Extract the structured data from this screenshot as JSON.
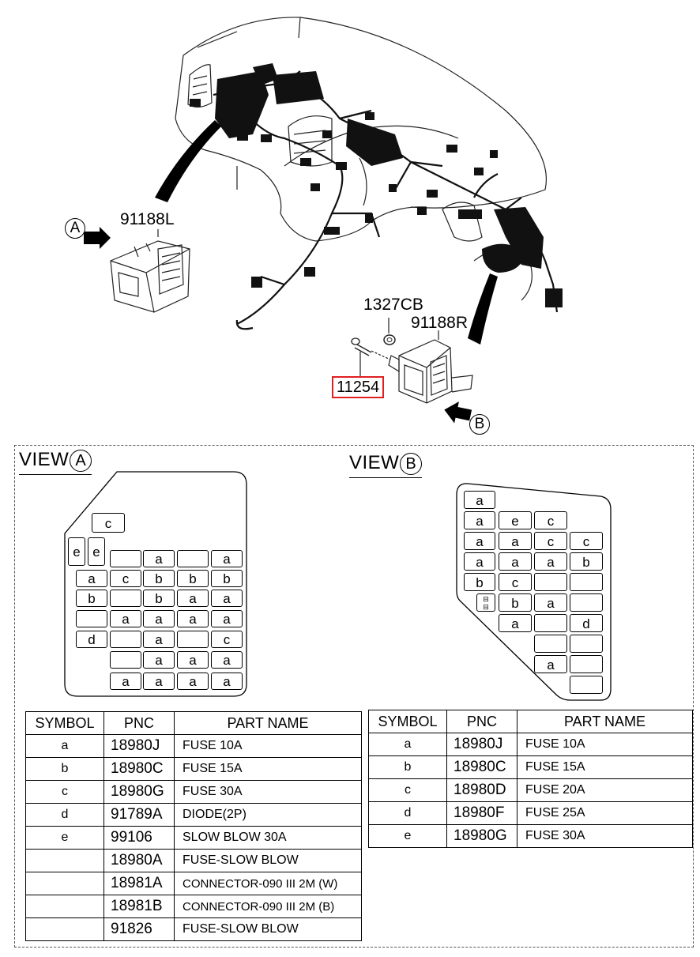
{
  "diagram": {
    "labels": {
      "lh_box": "91188L",
      "rh_box": "91188R",
      "nut": "1327CB",
      "bolt": "11254",
      "view_a_marker": "A",
      "view_b_marker": "B"
    },
    "colors": {
      "highlight": "#e02020"
    }
  },
  "view_a": {
    "title": "VIEW",
    "circle": "A",
    "cells": [
      {
        "t": "c"
      },
      {
        "t": "e"
      },
      {
        "t": "e"
      },
      {
        "t": ""
      },
      {
        "t": "a"
      },
      {
        "t": ""
      },
      {
        "t": "a"
      },
      {
        "t": "a"
      },
      {
        "t": "c"
      },
      {
        "t": "b"
      },
      {
        "t": "b"
      },
      {
        "t": "b"
      },
      {
        "t": "b"
      },
      {
        "t": ""
      },
      {
        "t": "b"
      },
      {
        "t": "a"
      },
      {
        "t": "a"
      },
      {
        "t": ""
      },
      {
        "t": "a"
      },
      {
        "t": "a"
      },
      {
        "t": "a"
      },
      {
        "t": "a"
      },
      {
        "t": "d"
      },
      {
        "t": ""
      },
      {
        "t": "a"
      },
      {
        "t": ""
      },
      {
        "t": "c"
      },
      {
        "t": ""
      },
      {
        "t": "a"
      },
      {
        "t": "a"
      },
      {
        "t": "a"
      },
      {
        "t": "a"
      },
      {
        "t": "a"
      },
      {
        "t": "a"
      },
      {
        "t": "a"
      }
    ],
    "table": {
      "headers": [
        "SYMBOL",
        "PNC",
        "PART NAME"
      ],
      "rows": [
        [
          "a",
          "18980J",
          "FUSE 10A"
        ],
        [
          "b",
          "18980C",
          "FUSE 15A"
        ],
        [
          "c",
          "18980G",
          "FUSE 30A"
        ],
        [
          "d",
          "91789A",
          "DIODE(2P)"
        ],
        [
          "e",
          "99106",
          "SLOW BLOW 30A"
        ],
        [
          "",
          "18980A",
          "FUSE-SLOW BLOW"
        ],
        [
          "",
          "18981A",
          "CONNECTOR-090 III 2M (W)"
        ],
        [
          "",
          "18981B",
          "CONNECTOR-090 III 2M (B)"
        ],
        [
          "",
          "91826",
          "FUSE-SLOW BLOW"
        ]
      ]
    }
  },
  "view_b": {
    "title": "VIEW",
    "circle": "B",
    "cells": [
      {
        "t": "a"
      },
      {
        "t": "a"
      },
      {
        "t": "e"
      },
      {
        "t": "c"
      },
      {
        "t": "a"
      },
      {
        "t": "a"
      },
      {
        "t": "c"
      },
      {
        "t": "c"
      },
      {
        "t": "a"
      },
      {
        "t": "a"
      },
      {
        "t": "a"
      },
      {
        "t": "b"
      },
      {
        "t": "b"
      },
      {
        "t": "c"
      },
      {
        "t": ""
      },
      {
        "t": ""
      },
      {
        "t": "b"
      },
      {
        "t": "a"
      },
      {
        "t": ""
      },
      {
        "t": "a"
      },
      {
        "t": ""
      },
      {
        "t": "d"
      },
      {
        "t": ""
      },
      {
        "t": ""
      },
      {
        "t": "a"
      },
      {
        "t": ""
      },
      {
        "t": ""
      }
    ],
    "table": {
      "headers": [
        "SYMBOL",
        "PNC",
        "PART NAME"
      ],
      "rows": [
        [
          "a",
          "18980J",
          "FUSE 10A"
        ],
        [
          "b",
          "18980C",
          "FUSE 15A"
        ],
        [
          "c",
          "18980D",
          "FUSE 20A"
        ],
        [
          "d",
          "18980F",
          "FUSE 25A"
        ],
        [
          "e",
          "18980G",
          "FUSE 30A"
        ]
      ]
    }
  }
}
